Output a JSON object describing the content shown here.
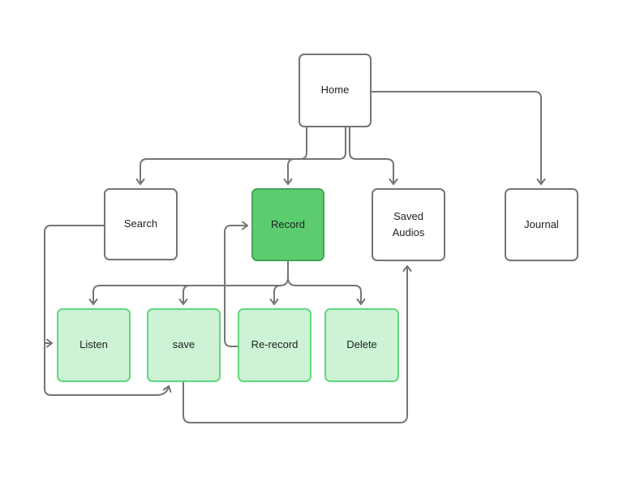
{
  "diagram": {
    "type": "flowchart",
    "colors": {
      "background": "#ffffff",
      "edge": "#757575",
      "node_border": "#757575",
      "node_fill": "#ffffff",
      "primary_fill": "#5BCD6E",
      "primary_border": "#42A558",
      "light_fill": "#CDF2D6",
      "light_border": "#63D77C",
      "text": "#1e1e1e"
    },
    "nodes": {
      "home": {
        "label": "Home",
        "style": "plain"
      },
      "search": {
        "label": "Search",
        "style": "plain"
      },
      "record": {
        "label": "Record",
        "style": "primary"
      },
      "saved_audios": {
        "label": "Saved Audios",
        "style": "plain"
      },
      "journal": {
        "label": "Journal",
        "style": "plain"
      },
      "listen": {
        "label": "Listen",
        "style": "light"
      },
      "save": {
        "label": "save",
        "style": "light"
      },
      "rerecord": {
        "label": "Re-record",
        "style": "light"
      },
      "delete": {
        "label": "Delete",
        "style": "light"
      }
    },
    "edges": [
      {
        "from": "Home",
        "to": "Search"
      },
      {
        "from": "Home",
        "to": "Record"
      },
      {
        "from": "Home",
        "to": "Saved Audios"
      },
      {
        "from": "Home",
        "to": "Journal"
      },
      {
        "from": "Record",
        "to": "Listen"
      },
      {
        "from": "Record",
        "to": "save"
      },
      {
        "from": "Record",
        "to": "Re-record"
      },
      {
        "from": "Record",
        "to": "Delete"
      },
      {
        "from": "Re-record",
        "to": "Record"
      },
      {
        "from": "Search",
        "to": "Listen"
      },
      {
        "from": "Search",
        "to": "save"
      },
      {
        "from": "save",
        "to": "Saved Audios"
      }
    ]
  }
}
